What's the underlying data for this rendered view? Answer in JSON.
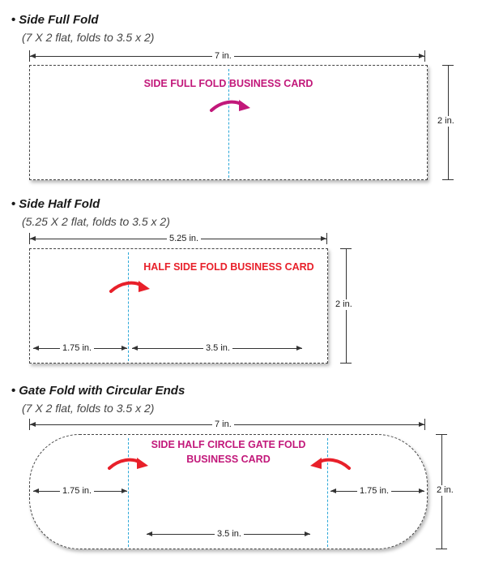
{
  "colors": {
    "magenta": "#c2187a",
    "red": "#e8202a",
    "fold_line": "#2aa7d8",
    "dashed_border": "#444444"
  },
  "sections": [
    {
      "heading": "Side Full Fold",
      "subtitle": "(7 X 2 flat, folds to 3.5 x 2)",
      "card_title": "SIDE FULL FOLD BUSINESS CARD",
      "width_label": "7 in.",
      "height_label": "2 in."
    },
    {
      "heading": "Side Half Fold",
      "subtitle": "(5.25 X 2 flat, folds to 3.5 x 2)",
      "card_title": "HALF SIDE FOLD BUSINESS CARD",
      "width_label": "5.25 in.",
      "height_label": "2 in.",
      "left_panel_label": "1.75 in.",
      "right_panel_label": "3.5 in."
    },
    {
      "heading": "Gate Fold with Circular Ends",
      "subtitle": "(7 X 2 flat, folds to 3.5 x 2)",
      "card_title_line1": "SIDE HALF CIRCLE GATE FOLD",
      "card_title_line2": "BUSINESS CARD",
      "width_label": "7 in.",
      "height_label": "2 in.",
      "left_panel_label": "1.75 in.",
      "right_panel_label": "1.75 in.",
      "center_panel_label": "3.5 in."
    }
  ]
}
